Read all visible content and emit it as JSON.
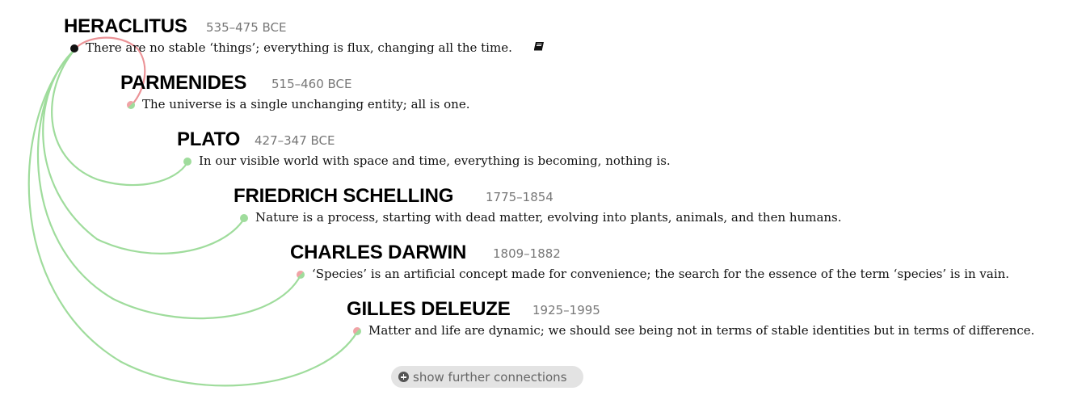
{
  "connections": {
    "colors": {
      "support": "#9fdc9c",
      "contrast": "#eb9296",
      "root": "#111111"
    }
  },
  "entries": [
    {
      "name": "HERACLITUS",
      "dates": "535–475 BCE",
      "quote": "There are no stable ‘things’; everything is flux, changing all the time.",
      "has_source_icon": true,
      "dot": "dark"
    },
    {
      "name": "PARMENIDES",
      "dates": "515–460 BCE",
      "quote": "The universe is a single unchanging entity; all is one.",
      "relation": "contrast",
      "dot": "pink"
    },
    {
      "name": "PLATO",
      "dates": "427–347 BCE",
      "quote": "In our visible world with space and time, everything is becoming, nothing is.",
      "relation": "support",
      "dot": "green"
    },
    {
      "name": "FRIEDRICH SCHELLING",
      "dates": "1775–1854",
      "quote": "Nature is a process, starting with dead matter, evolving into plants, animals, and then humans.",
      "relation": "support",
      "dot": "green"
    },
    {
      "name": "CHARLES DARWIN",
      "dates": "1809–1882",
      "quote": "‘Species’ is an artificial concept made for convenience; the search for the essence of the term ‘species’ is in vain.",
      "relation": "support",
      "dot": "pink"
    },
    {
      "name": "GILLES DELEUZE",
      "dates": "1925–1995",
      "quote": "Matter and life are dynamic; we should see being not in terms of stable identities but in terms of difference.",
      "relation": "support",
      "dot": "pink"
    }
  ],
  "show_more": {
    "label": "show further connections",
    "icon": "plus-circle-icon"
  }
}
